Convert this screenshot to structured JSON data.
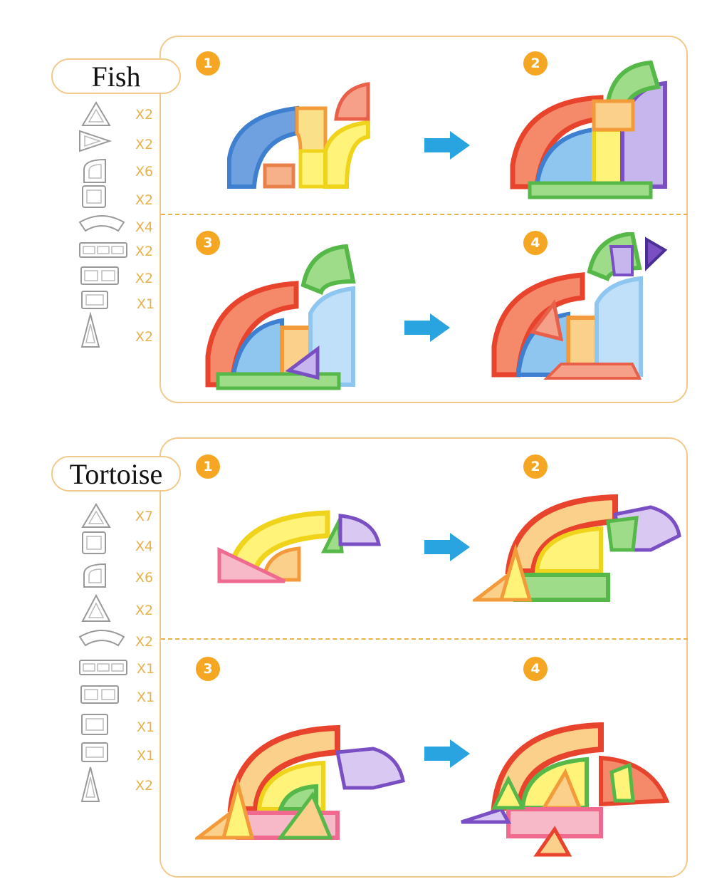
{
  "fish": {
    "title": "Fish",
    "steps": [
      "1",
      "2",
      "3",
      "4"
    ],
    "parts": [
      {
        "icon": "triangle-icon",
        "count": "X2"
      },
      {
        "icon": "right-triangle-icon",
        "count": "X2"
      },
      {
        "icon": "quarter-circle-icon",
        "count": "X6"
      },
      {
        "icon": "square-icon",
        "count": "X2"
      },
      {
        "icon": "arch-icon",
        "count": "X4"
      },
      {
        "icon": "triple-window-icon",
        "count": "X2"
      },
      {
        "icon": "double-window-icon",
        "count": "X2"
      },
      {
        "icon": "rectangle-icon",
        "count": "X1"
      },
      {
        "icon": "tall-triangle-icon",
        "count": "X2"
      }
    ]
  },
  "tortoise": {
    "title": "Tortoise",
    "steps": [
      "1",
      "2",
      "3",
      "4"
    ],
    "parts": [
      {
        "icon": "triangle-icon",
        "count": "X7"
      },
      {
        "icon": "square-icon",
        "count": "X4"
      },
      {
        "icon": "quarter-circle-icon",
        "count": "X6"
      },
      {
        "icon": "triangle-icon",
        "count": "X2"
      },
      {
        "icon": "arch-icon",
        "count": "X2"
      },
      {
        "icon": "triple-window-icon",
        "count": "X1"
      },
      {
        "icon": "double-window-icon",
        "count": "X1"
      },
      {
        "icon": "rectangle-icon",
        "count": "X1"
      },
      {
        "icon": "rectangle-icon",
        "count": "X1"
      },
      {
        "icon": "tall-triangle-icon",
        "count": "X2"
      }
    ]
  },
  "colors": {
    "accent": "#f5a623",
    "border": "#f2c98a",
    "arrow": "#2aa4e0",
    "red": "#e8432c",
    "yellow": "#f7e21b",
    "blue": "#3f7fd0",
    "green": "#57b84a",
    "purple": "#7a4fc4",
    "orange": "#f39a3a",
    "pink": "#ef6a8e",
    "lightblue": "#8fc6ef"
  }
}
